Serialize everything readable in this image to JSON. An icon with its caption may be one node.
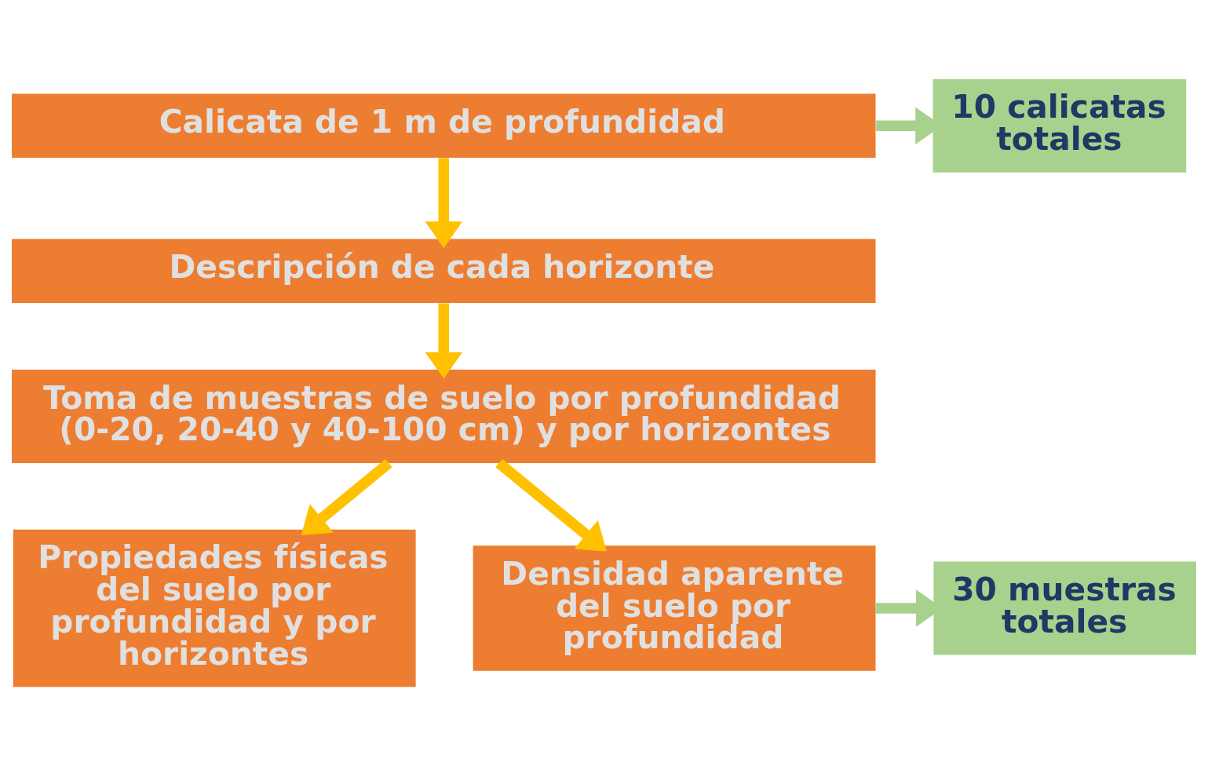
{
  "diagram": {
    "nodes": [
      {
        "text": [
          "Calicata de 1 m de profundidad"
        ]
      },
      {
        "text": [
          "10 calicatas totales"
        ]
      },
      {
        "text": [
          "Descripción de cada horizonte"
        ]
      },
      {
        "text": [
          "Toma de muestras de suelo por profundidad (0-20, 20-40 y 40-100 cm) y por horizontes"
        ]
      },
      {
        "text": [
          "Propiedades físicas del suelo por profundidad y por horizontes"
        ]
      },
      {
        "text": [
          "Densidad aparente del suelo por profundidad"
        ]
      },
      {
        "text": [
          "30 muestras totales"
        ]
      }
    ],
    "edges": [
      {
        "from": 0,
        "to": 1,
        "arrow": "to",
        "color": "#a9d18e"
      },
      {
        "from": 0,
        "to": 2,
        "arrow": "to"
      },
      {
        "from": 2,
        "to": 3,
        "arrow": "to"
      },
      {
        "from": 3,
        "to": 4,
        "arrow": "to"
      },
      {
        "from": 3,
        "to": 5,
        "arrow": "to"
      },
      {
        "from": 5,
        "to": 6,
        "arrow": "to",
        "color": "#a9d18e"
      }
    ]
  }
}
